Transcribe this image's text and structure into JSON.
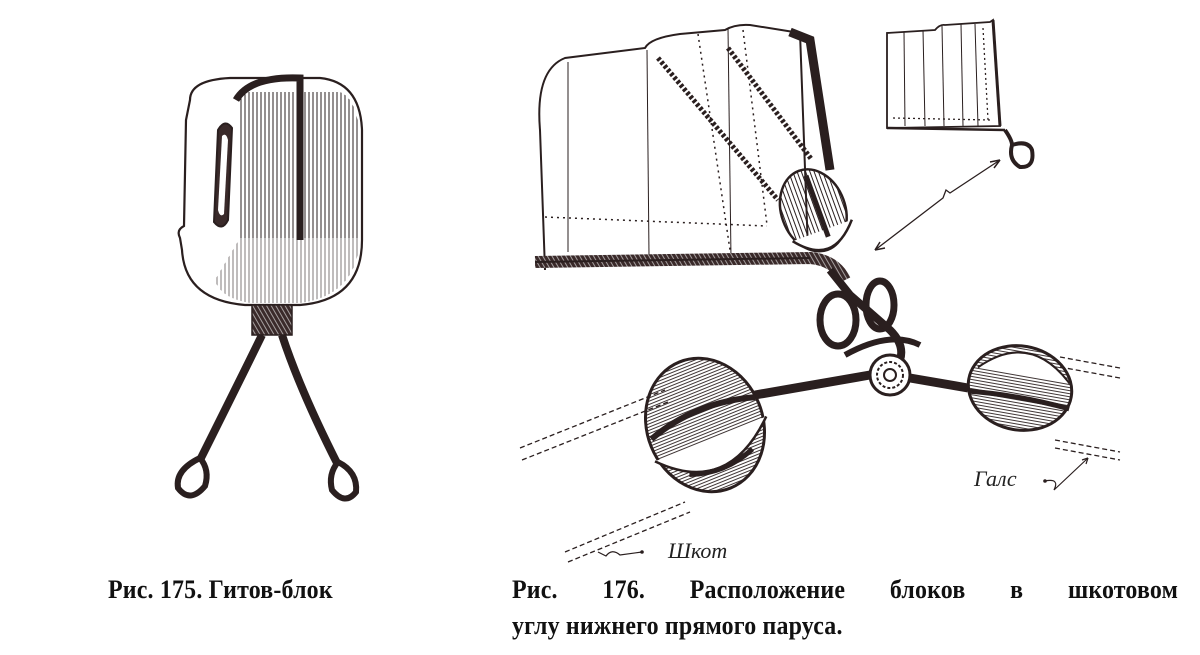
{
  "figures": [
    {
      "id": "fig-175",
      "caption": "Рис. 175. Гитов-блок",
      "illustration": "gitov-block-drawing"
    },
    {
      "id": "fig-176",
      "caption_line1": "Рис. 176. Расположение блоков в шкотовом",
      "caption_line2": "углу нижнего прямого паруса.",
      "illustration": "sail-clew-blocks-drawing",
      "labels": {
        "sheet": "Шкот",
        "tack": "Галс"
      }
    }
  ],
  "colors": {
    "ink": "#2a1f1f",
    "paper": "#ffffff"
  }
}
